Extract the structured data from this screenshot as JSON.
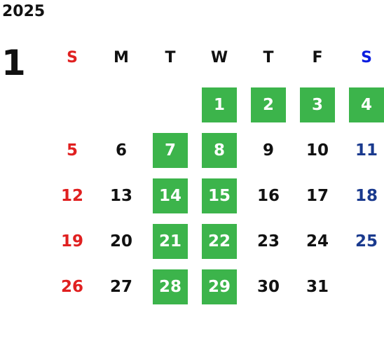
{
  "header": {
    "year": "2025",
    "month": "1"
  },
  "weekday_labels": [
    "S",
    "M",
    "T",
    "W",
    "T",
    "F",
    "S"
  ],
  "colors": {
    "sunday": "#e02020",
    "saturday": "#1a3a8e",
    "saturday_label": "#0b1de0",
    "weekday": "#111111",
    "highlight_bg": "#3cb44b",
    "highlight_text": "#ffffff"
  },
  "days": [
    {
      "d": "1",
      "col": 3,
      "week": 0,
      "highlighted": true
    },
    {
      "d": "2",
      "col": 4,
      "week": 0,
      "highlighted": true
    },
    {
      "d": "3",
      "col": 5,
      "week": 0,
      "highlighted": true
    },
    {
      "d": "4",
      "col": 6,
      "week": 0,
      "highlighted": true
    },
    {
      "d": "5",
      "col": 0,
      "week": 1,
      "highlighted": false
    },
    {
      "d": "6",
      "col": 1,
      "week": 1,
      "highlighted": false
    },
    {
      "d": "7",
      "col": 2,
      "week": 1,
      "highlighted": true
    },
    {
      "d": "8",
      "col": 3,
      "week": 1,
      "highlighted": true
    },
    {
      "d": "9",
      "col": 4,
      "week": 1,
      "highlighted": false
    },
    {
      "d": "10",
      "col": 5,
      "week": 1,
      "highlighted": false
    },
    {
      "d": "11",
      "col": 6,
      "week": 1,
      "highlighted": false
    },
    {
      "d": "12",
      "col": 0,
      "week": 2,
      "highlighted": false
    },
    {
      "d": "13",
      "col": 1,
      "week": 2,
      "highlighted": false
    },
    {
      "d": "14",
      "col": 2,
      "week": 2,
      "highlighted": true
    },
    {
      "d": "15",
      "col": 3,
      "week": 2,
      "highlighted": true
    },
    {
      "d": "16",
      "col": 4,
      "week": 2,
      "highlighted": false
    },
    {
      "d": "17",
      "col": 5,
      "week": 2,
      "highlighted": false
    },
    {
      "d": "18",
      "col": 6,
      "week": 2,
      "highlighted": false
    },
    {
      "d": "19",
      "col": 0,
      "week": 3,
      "highlighted": false
    },
    {
      "d": "20",
      "col": 1,
      "week": 3,
      "highlighted": false
    },
    {
      "d": "21",
      "col": 2,
      "week": 3,
      "highlighted": true
    },
    {
      "d": "22",
      "col": 3,
      "week": 3,
      "highlighted": true
    },
    {
      "d": "23",
      "col": 4,
      "week": 3,
      "highlighted": false
    },
    {
      "d": "24",
      "col": 5,
      "week": 3,
      "highlighted": false
    },
    {
      "d": "25",
      "col": 6,
      "week": 3,
      "highlighted": false
    },
    {
      "d": "26",
      "col": 0,
      "week": 4,
      "highlighted": false
    },
    {
      "d": "27",
      "col": 1,
      "week": 4,
      "highlighted": false
    },
    {
      "d": "28",
      "col": 2,
      "week": 4,
      "highlighted": true
    },
    {
      "d": "29",
      "col": 3,
      "week": 4,
      "highlighted": true
    },
    {
      "d": "30",
      "col": 4,
      "week": 4,
      "highlighted": false
    },
    {
      "d": "31",
      "col": 5,
      "week": 4,
      "highlighted": false
    }
  ]
}
